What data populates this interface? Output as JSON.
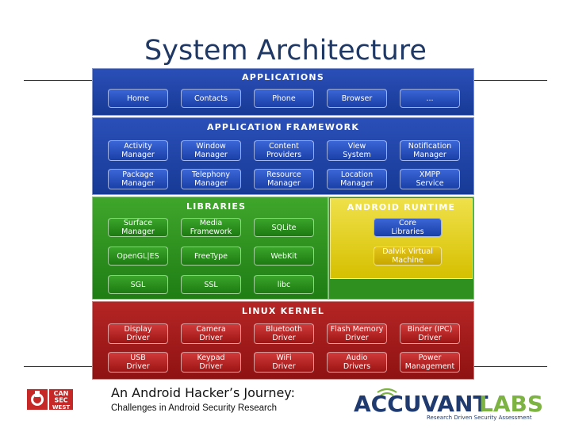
{
  "slide": {
    "title": "System Architecture",
    "subtitle": "An Android Hacker’s Journey:",
    "tagline": "Challenges in Android Security Research"
  },
  "diagram": {
    "applications": {
      "header": "Applications",
      "items": [
        "Home",
        "Contacts",
        "Phone",
        "Browser",
        "..."
      ]
    },
    "framework": {
      "header": "Application Framework",
      "items": [
        "Activity\nManager",
        "Window\nManager",
        "Content\nProviders",
        "View\nSystem",
        "Notification\nManager",
        "Package\nManager",
        "Telephony\nManager",
        "Resource\nManager",
        "Location\nManager",
        "XMPP\nService"
      ]
    },
    "libraries": {
      "header": "Libraries",
      "items": [
        "Surface\nManager",
        "Media\nFramework",
        "SQLite",
        "OpenGL|ES",
        "FreeType",
        "WebKit",
        "SGL",
        "SSL",
        "libc"
      ]
    },
    "runtime": {
      "header": "Android Runtime",
      "items": [
        "Core\nLibraries",
        "Dalvik Virtual\nMachine"
      ]
    },
    "kernel": {
      "header": "Linux Kernel",
      "items": [
        "Display\nDriver",
        "Camera\nDriver",
        "Bluetooth\nDriver",
        "Flash Memory\nDriver",
        "Binder (IPC)\nDriver",
        "USB\nDriver",
        "Keypad\nDriver",
        "WiFi\nDriver",
        "Audio\nDrivers",
        "Power\nManagement"
      ]
    }
  },
  "logos": {
    "cansecwest_lines": [
      "CAN",
      "SEC",
      "WEST"
    ],
    "accuvant_name": "ACCUVANT",
    "accuvant_labs": "LABS",
    "accuvant_tagline": "Research Driven Security Assessment"
  },
  "colors": {
    "title": "#1f3864",
    "applications_bg": "#1e3e9e",
    "framework_bg": "#1e3e9e",
    "libraries_bg": "#2f8f1f",
    "runtime_bg": "#e8d414",
    "kernel_bg": "#a51d1d",
    "accuvant_blue": "#1f3a6e",
    "accuvant_green": "#7cb342",
    "cansecwest_red": "#c62828"
  }
}
